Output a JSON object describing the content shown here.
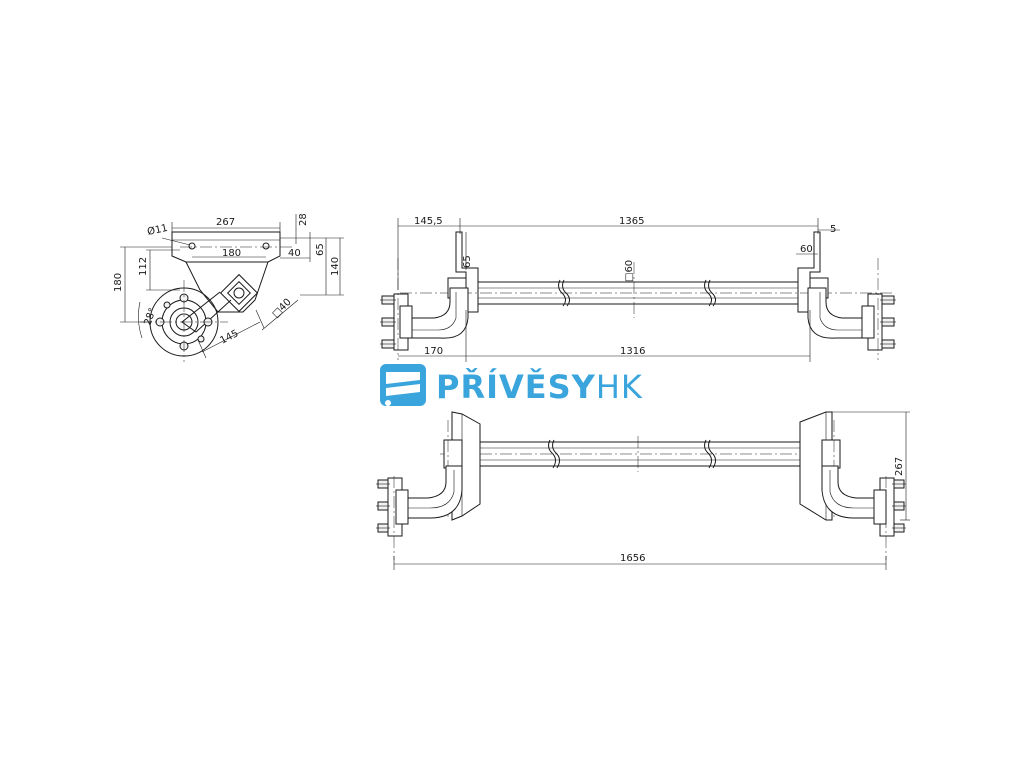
{
  "logo": {
    "main": "PŘÍVĚSY",
    "suffix": "HK",
    "color": "#3aa5dc"
  },
  "side_view": {
    "dims": {
      "width": "267",
      "height_28": "28",
      "hole_dia": "Ø11",
      "hole_spacing": "180",
      "offset_40": "40",
      "h_65": "65",
      "h_140": "140",
      "h_112": "112",
      "h_180": "180",
      "angle": "28°",
      "arm": "145",
      "square": "□40"
    }
  },
  "front_view": {
    "dims": {
      "left_offset": "145,5",
      "bracket_span": "1365",
      "gap_5": "5",
      "bracket_h": "65",
      "bracket_w": "60",
      "tube": "□60",
      "mount_offset": "170",
      "mount_span": "1316"
    }
  },
  "bottom_view": {
    "dims": {
      "total_width": "1656",
      "bracket_length": "267"
    }
  }
}
